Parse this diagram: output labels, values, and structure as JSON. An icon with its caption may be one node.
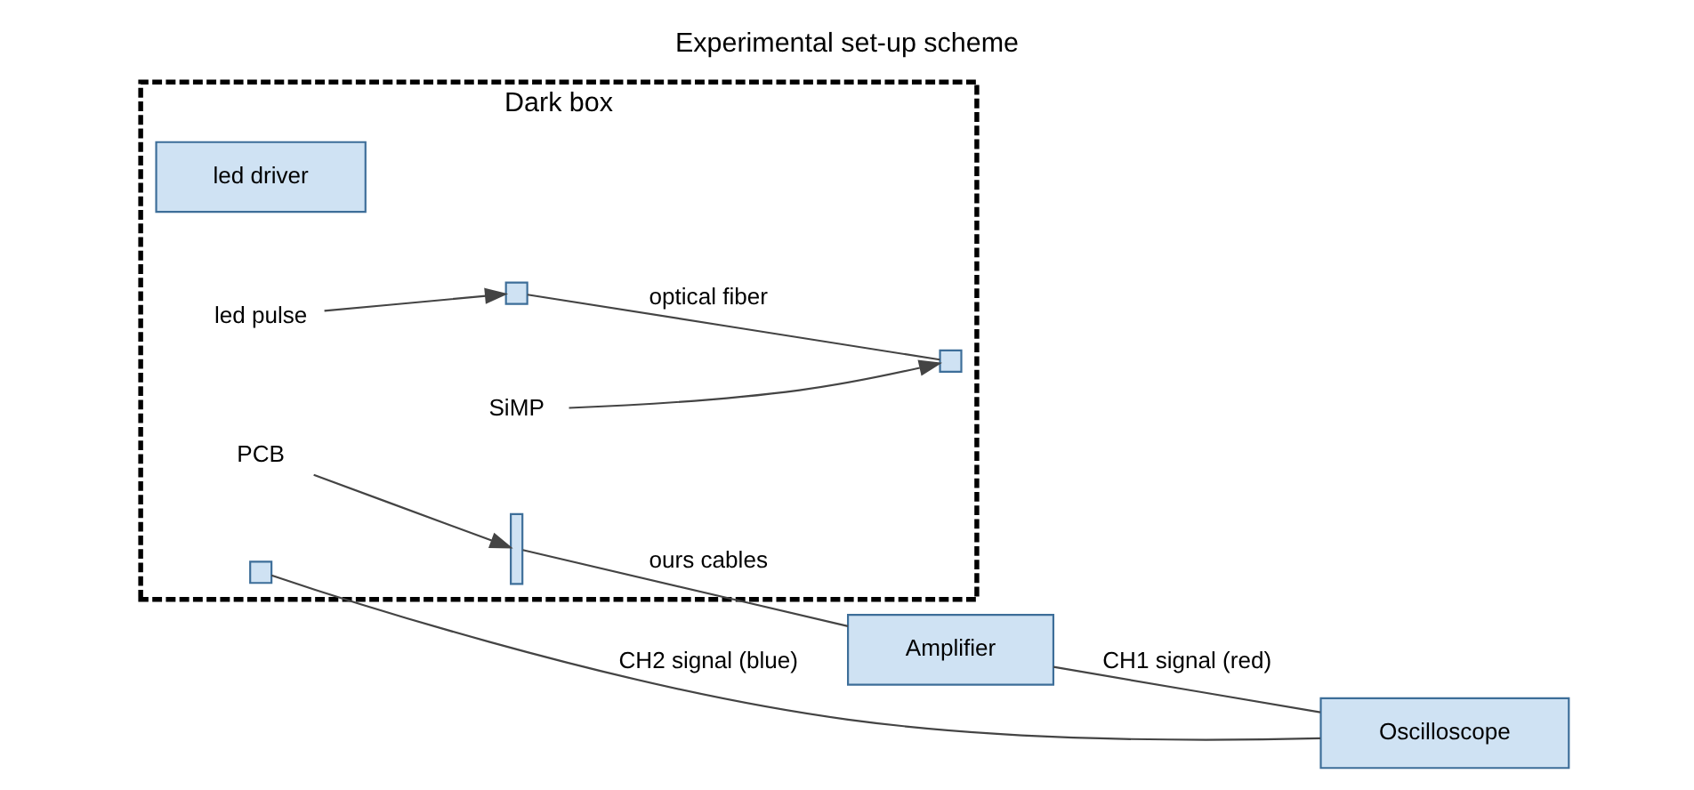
{
  "diagram": {
    "title": "Experimental set-up scheme",
    "nodes": [
      {
        "text": [
          "Dark box"
        ]
      },
      {
        "text": [
          "led driver"
        ],
        "in": 0
      },
      {
        "text": [],
        "shape": "box",
        "in": 0
      },
      {
        "text": [],
        "shape": "box",
        "in": 0
      },
      {
        "text": [],
        "shape": "box",
        "in": 0
      },
      {
        "text": [],
        "shape": "bar",
        "in": 0
      },
      {
        "text": [
          "led pulse"
        ],
        "in": 0
      },
      {
        "text": [
          "SiMP"
        ],
        "in": 0
      },
      {
        "text": [
          "PCB"
        ],
        "in": 0
      },
      {
        "text": [
          "Amplifier"
        ]
      },
      {
        "text": [
          "Oscilloscope"
        ]
      }
    ],
    "edges": [
      {
        "from": 3,
        "to": 4,
        "arrow": "none",
        "label": "optical fiber"
      },
      {
        "from": 5,
        "to": 9,
        "arrow": "none",
        "label": "ours cables"
      },
      {
        "from": 6,
        "to": 3,
        "arrow": "to"
      },
      {
        "from": 7,
        "to": 4,
        "arrow": "to"
      },
      {
        "from": 8,
        "to": 5,
        "arrow": "to"
      },
      {
        "from": 9,
        "to": 10,
        "arrow": "none",
        "label": "CH1 signal (red)"
      },
      {
        "from": 2,
        "to": 10,
        "arrow": "none",
        "label": "CH2 signal (blue)"
      }
    ]
  }
}
